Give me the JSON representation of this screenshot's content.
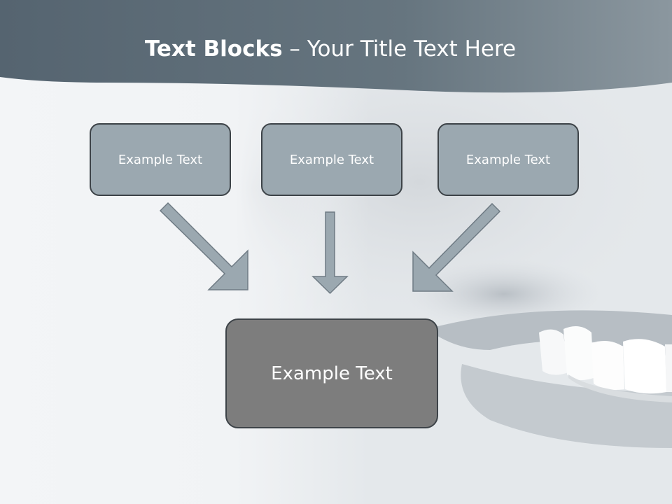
{
  "title": {
    "bold": "Text Blocks",
    "dash": "–",
    "rest": "Your Title Text Here"
  },
  "blocks": {
    "top": [
      "Example Text",
      "Example Text",
      "Example Text"
    ],
    "bottom": "Example Text"
  },
  "colors": {
    "header": "#5c6b76",
    "small_box_fill": "#9ba8b0",
    "large_box_fill": "#7d7d7d",
    "arrow_fill": "#9ba8b0",
    "box_border": "#3d4348"
  },
  "icons": [
    "arrow-down-right-icon",
    "arrow-down-icon",
    "arrow-down-left-icon"
  ]
}
